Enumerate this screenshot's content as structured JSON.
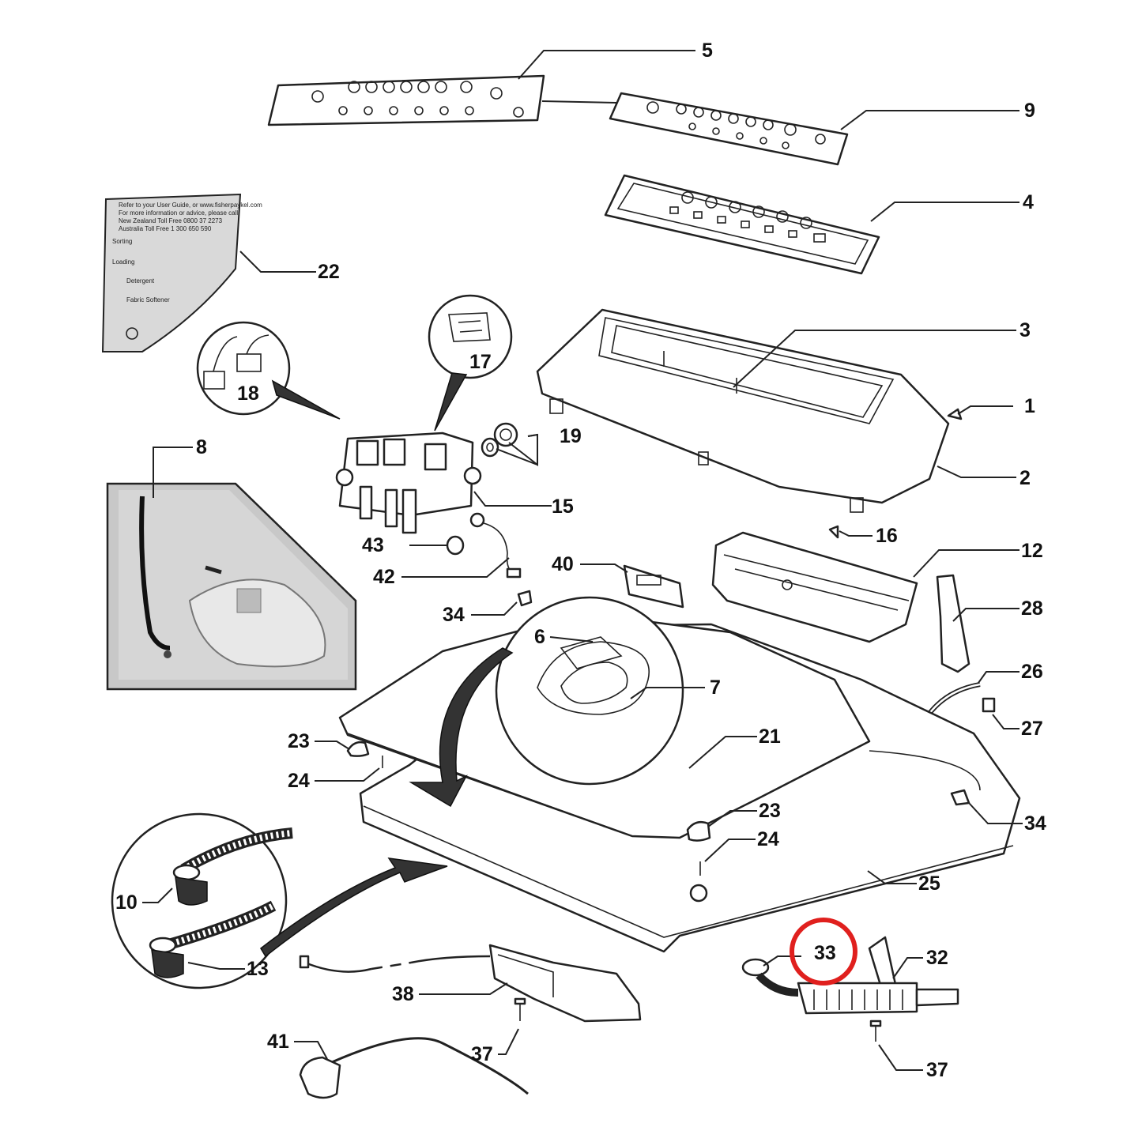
{
  "highlight_color": "#e0201e",
  "highlighted_callout": "33",
  "callouts": [
    {
      "id": "c1",
      "label": "1"
    },
    {
      "id": "c2",
      "label": "2"
    },
    {
      "id": "c3",
      "label": "3"
    },
    {
      "id": "c4",
      "label": "4"
    },
    {
      "id": "c5",
      "label": "5"
    },
    {
      "id": "c6",
      "label": "6"
    },
    {
      "id": "c7",
      "label": "7"
    },
    {
      "id": "c8",
      "label": "8"
    },
    {
      "id": "c9",
      "label": "9"
    },
    {
      "id": "c10",
      "label": "10"
    },
    {
      "id": "c12",
      "label": "12"
    },
    {
      "id": "c13",
      "label": "13"
    },
    {
      "id": "c15",
      "label": "15"
    },
    {
      "id": "c16",
      "label": "16"
    },
    {
      "id": "c17",
      "label": "17"
    },
    {
      "id": "c18",
      "label": "18"
    },
    {
      "id": "c19",
      "label": "19"
    },
    {
      "id": "c21",
      "label": "21"
    },
    {
      "id": "c22",
      "label": "22"
    },
    {
      "id": "c23a",
      "label": "23"
    },
    {
      "id": "c23b",
      "label": "23"
    },
    {
      "id": "c24a",
      "label": "24"
    },
    {
      "id": "c24b",
      "label": "24"
    },
    {
      "id": "c25",
      "label": "25"
    },
    {
      "id": "c26",
      "label": "26"
    },
    {
      "id": "c27",
      "label": "27"
    },
    {
      "id": "c28",
      "label": "28"
    },
    {
      "id": "c32",
      "label": "32"
    },
    {
      "id": "c33",
      "label": "33"
    },
    {
      "id": "c34a",
      "label": "34"
    },
    {
      "id": "c34b",
      "label": "34"
    },
    {
      "id": "c37a",
      "label": "37"
    },
    {
      "id": "c37b",
      "label": "37"
    },
    {
      "id": "c38",
      "label": "38"
    },
    {
      "id": "c40",
      "label": "40"
    },
    {
      "id": "c41",
      "label": "41"
    },
    {
      "id": "c42",
      "label": "42"
    },
    {
      "id": "c43",
      "label": "43"
    }
  ],
  "label_card": {
    "line1": "Refer to your User Guide, or www.fisherpaykel.com",
    "line2": "For more information or advice, please call",
    "line3": "New Zealand Toll Free 0800 37 2273",
    "line4": "Australia Toll Free 1 300 650 590",
    "sections": [
      "Sorting",
      "Loading",
      "Detergent",
      "Fabric Softener"
    ]
  }
}
